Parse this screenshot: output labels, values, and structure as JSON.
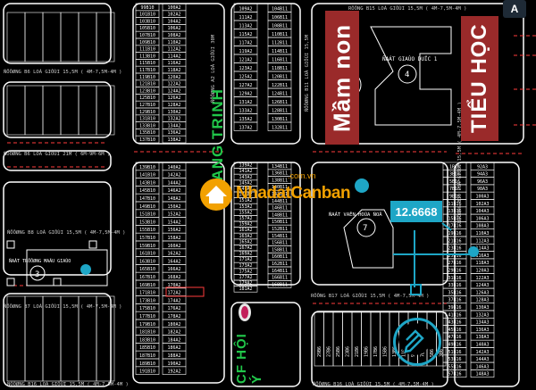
{
  "labels": {
    "mam_non": "Mầm non",
    "tieu_hoc": "TIỂU HỌC",
    "road_quang_trinh": "QUANG TRINH",
    "cf_hoi": "CF HỘI Ý",
    "measure": "12.6668",
    "a_button": "A",
    "watermark_domain": ".com.vn",
    "watermark_text": "NhadatCanban"
  },
  "roads": {
    "r_top": "RÔÔNG B15 LOÀ GIÔÙI 15,5M ( 4M-7,5M-4M )",
    "r_left_top": "ÑÖÔØNG B6 LOÀ GIÔÙI 15,5M ( 4M-7,5M-4M )",
    "r_left_mid": "ÑÖÔØNG B6 LOÀ GIÔÙI 21M ( 6M-9M-6M )",
    "r_left_low": "ÑÖÔØNG B8 LOÀ GIÔÙI 15,5M ( 4M-7,5M-4M )",
    "r_left_bottom": "ÑÖÔØNG B7 LOÀ GIÔÙI 15,5M ( 4M-7,5M-4M )",
    "r_bottom": "ÑÖÔØNG B16 LOÀ GIÔÙI 15,5M ( 4M-7,5M-4M )",
    "r_mid": "RÔÔNG B17 LOÀ GIÔÙI 15,5M ( 4M-7,5M-4M )",
    "r_right_a": "ÑÖÔØNG B19 LOÀ GIÔÙI 15,5M ( 4M-7,5M-4M )",
    "r_center_v": "ÑÖÔØNG A2 LOÀ GIÔÙI 30M",
    "r_b11": "ÑÖÔØNG B11 LOÀ GIÔÙI 15,5M"
  },
  "facilities": {
    "school": "ÑAÁT GIAÙO DUÏC 1",
    "school_num": "4",
    "park": "ÑAÁT VAÊN HOÙA ÑOÂ",
    "park_num": "7",
    "kinder": "ÑAÁT TRÖÔØNG MAÃU GIAÙO",
    "kinder_num": "3"
  },
  "lot_columns": {
    "col1": [
      "99B10",
      "101B10",
      "103B10",
      "105B10",
      "107B10",
      "109B10",
      "111B10",
      "113B10",
      "115B10",
      "117B10",
      "119B10",
      "121B10",
      "123B10",
      "125B10",
      "127B10",
      "129B10",
      "131B10",
      "133B10",
      "135B10",
      "137B10"
    ],
    "col2": [
      "100A2",
      "102A2",
      "104A2",
      "106A2",
      "108A2",
      "110A2",
      "112A2",
      "114A2",
      "116A2",
      "118A2",
      "120A2",
      "122A2",
      "124A2",
      "126A2",
      "128A2",
      "130A2",
      "132A2",
      "134A2",
      "136A2",
      "138A2"
    ],
    "col3": [
      "109A2",
      "111A2",
      "113A2",
      "115A2",
      "117A2",
      "119A2",
      "121A2",
      "123A2",
      "125A2",
      "127A2",
      "129A2",
      "131A2",
      "133A2",
      "135A2",
      "137A2"
    ],
    "col4": [
      "104B11",
      "106B11",
      "108B11",
      "110B11",
      "112B11",
      "114B11",
      "116B11",
      "118B11",
      "120B11",
      "122B11",
      "124B11",
      "126B11",
      "128B11",
      "130B11",
      "132B11"
    ],
    "col5": [
      "139B10",
      "141B10",
      "143B10",
      "145B10",
      "147B10",
      "149B10",
      "151B10",
      "153B10",
      "155B10",
      "157B10",
      "159B10",
      "161B10",
      "163B10",
      "165B10",
      "167B10",
      "169B10",
      "171B10",
      "173B10",
      "175B10",
      "177B10",
      "179B10",
      "181B10",
      "183B10",
      "185B10",
      "187B10",
      "189B10",
      "191B10"
    ],
    "col6": [
      "140A2",
      "142A2",
      "144A2",
      "146A2",
      "148A2",
      "150A2",
      "152A2",
      "154A2",
      "156A2",
      "158A2",
      "160A2",
      "162A2",
      "164A2",
      "166A2",
      "168A2",
      "170A2",
      "172A2",
      "174A2",
      "176A2",
      "178A2",
      "180A2",
      "182A2",
      "184A2",
      "186A2",
      "188A2",
      "190A2",
      "192A2"
    ],
    "col7": [
      "139A2",
      "141A2",
      "143A2",
      "145A2",
      "147A2",
      "149A2",
      "151A2",
      "153A2",
      "155A2",
      "157A2",
      "159A2",
      "161A2",
      "163A2",
      "165A2",
      "167A2",
      "169A2",
      "171A2",
      "173A2",
      "175A2",
      "177A2",
      "179A2",
      "181A2"
    ],
    "col8": [
      "134B11",
      "136B11",
      "138B11",
      "140B11",
      "142B11",
      "144B11",
      "146B11",
      "148B11",
      "150B11",
      "152B11",
      "154B11",
      "156B11",
      "158B11",
      "160B11",
      "162B11",
      "164B11",
      "166B11",
      "168B11"
    ],
    "col9": [
      "1B16",
      "3B16",
      "5B16",
      "7B16",
      "9B16",
      "11B16",
      "13B16",
      "15B16",
      "17B16",
      "19B16",
      "21B16",
      "23B16",
      "25B16",
      "27B16",
      "29B16",
      "31B16",
      "33B16",
      "35B16",
      "37B16",
      "39B16",
      "41B16",
      "43B16",
      "45B16",
      "47B16",
      "49B16",
      "51B16",
      "53B16",
      "55B16",
      "57B16"
    ],
    "col10": [
      "92A3",
      "94A3",
      "96A3",
      "98A3",
      "100A3",
      "102A3",
      "104A3",
      "106A3",
      "108A3",
      "110A3",
      "112A3",
      "114A3",
      "116A3",
      "118A3",
      "120A3",
      "122A3",
      "124A3",
      "126A3",
      "128A3",
      "130A3",
      "132A3",
      "134A3",
      "136A3",
      "138A3",
      "140A3",
      "142A3",
      "144A3",
      "146A3",
      "148A3"
    ],
    "bottom_row": [
      "29B6",
      "27B6",
      "25B6",
      "23B6",
      "21B6",
      "19B6",
      "17B6",
      "15B6",
      "13B6",
      "11B6",
      "9B6",
      "7B6",
      "5B6",
      "3B6"
    ]
  },
  "colors": {
    "background": "#000000",
    "lines": "#ffffff",
    "road_text": "#cccccc",
    "red_road": "#ff3b3b",
    "accent": "#1ea6c6",
    "green_label": "#21c74a",
    "school_box": "#9a2a2a",
    "watermark_orange": "#f2a100"
  },
  "icons": [
    "pencil-icon",
    "location-marker-icon"
  ]
}
